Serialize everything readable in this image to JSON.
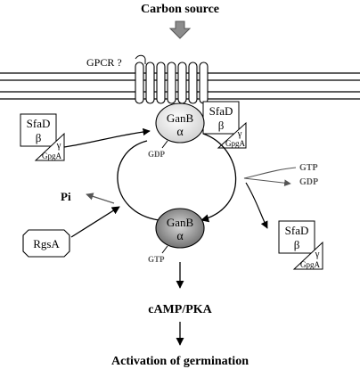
{
  "labels": {
    "carbon_source": "Carbon source",
    "gpcr": "GPCR ?",
    "ganb": "GanB",
    "alpha": "α",
    "sfad": "SfaD",
    "beta": "β",
    "gamma": "γ",
    "gpga": "GpgA",
    "gdp": "GDP",
    "gtp": "GTP",
    "pi": "Pi",
    "rgsa": "RgsA",
    "camp_pka": "cAMP/PKA",
    "activation": "Activation of germination"
  },
  "colors": {
    "line": "#000000",
    "gray_arrow": "#555555",
    "ganb_gdp_fill": "#e8e8e8",
    "ganb_gtp_fill": "#8c8c8c"
  }
}
